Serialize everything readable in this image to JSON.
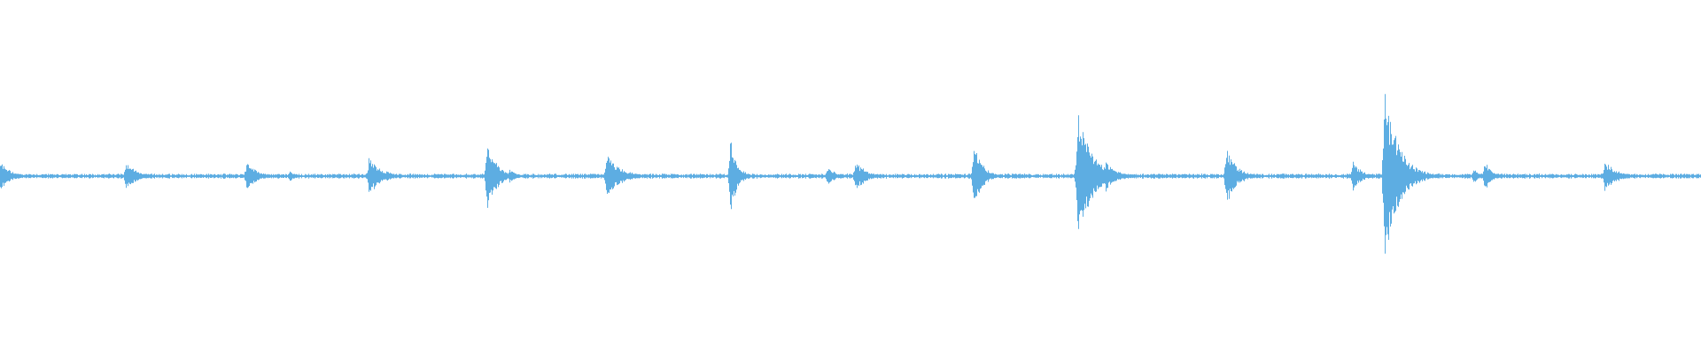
{
  "waveform": {
    "color": "#5DADE2",
    "background": "#FFFFFF",
    "baseline_amplitude": 0.01,
    "duration": 1.0,
    "transients": [
      {
        "time": 0.0,
        "peak": 0.09,
        "decay": 0.006
      },
      {
        "time": 0.0735,
        "peak": 0.1,
        "decay": 0.006
      },
      {
        "time": 0.1445,
        "peak": 0.1,
        "decay": 0.006
      },
      {
        "time": 0.17,
        "peak": 0.04,
        "decay": 0.003
      },
      {
        "time": 0.2165,
        "peak": 0.13,
        "decay": 0.007
      },
      {
        "time": 0.286,
        "peak": 0.26,
        "decay": 0.005
      },
      {
        "time": 0.299,
        "peak": 0.05,
        "decay": 0.004
      },
      {
        "time": 0.356,
        "peak": 0.14,
        "decay": 0.008
      },
      {
        "time": 0.429,
        "peak": 0.24,
        "decay": 0.004
      },
      {
        "time": 0.486,
        "peak": 0.06,
        "decay": 0.005
      },
      {
        "time": 0.5025,
        "peak": 0.1,
        "decay": 0.006
      },
      {
        "time": 0.572,
        "peak": 0.21,
        "decay": 0.005
      },
      {
        "time": 0.633,
        "peak": 0.4,
        "decay": 0.009
      },
      {
        "time": 0.65,
        "peak": 0.09,
        "decay": 0.006
      },
      {
        "time": 0.7205,
        "peak": 0.18,
        "decay": 0.006
      },
      {
        "time": 0.795,
        "peak": 0.1,
        "decay": 0.005
      },
      {
        "time": 0.8135,
        "peak": 0.56,
        "decay": 0.008
      },
      {
        "time": 0.866,
        "peak": 0.06,
        "decay": 0.003
      },
      {
        "time": 0.8725,
        "peak": 0.11,
        "decay": 0.004
      },
      {
        "time": 0.943,
        "peak": 0.09,
        "decay": 0.008
      }
    ]
  }
}
